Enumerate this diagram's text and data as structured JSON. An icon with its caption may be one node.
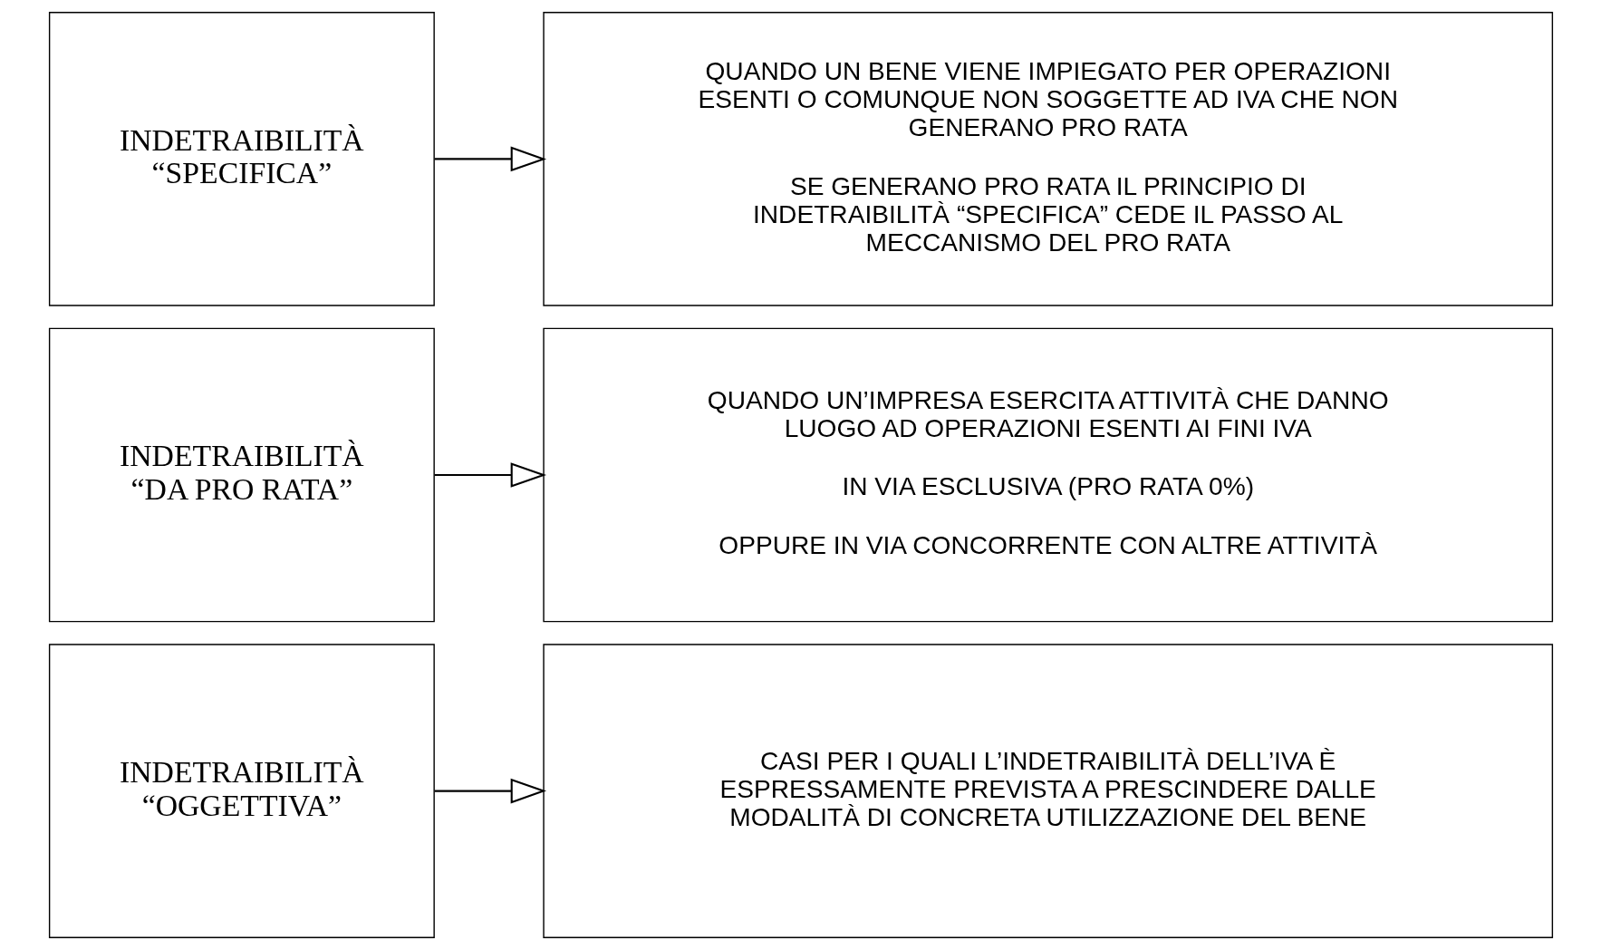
{
  "diagram": {
    "nodes": [
      {
        "text": [
          "INDETRAIBILITÀ “OGGETTIVA”"
        ]
      },
      {
        "text": [
          "CASI PER I QUALI L’INDETRAIBILITÀ DELL’IVA È ESPRESSAMENTE PREVISTA A PRESCINDERE DALLE MODALITÀ DI CONCRETA UTILIZZAZIONE DEL BENE"
        ]
      },
      {
        "text": [
          "INDETRAIBILITÀ “DA PRO RATA”"
        ]
      },
      {
        "text": [
          "QUANDO UN’IMPRESA ESERCITA ATTIVITÀ CHE DANNO LUOGO AD OPERAZIONI ESENTI AI FINI IVA",
          "IN VIA ESCLUSIVA (PRO RATA 0%)",
          "OPPURE IN VIA CONCORRENTE CON ALTRE ATTIVITÀ"
        ]
      },
      {
        "text": [
          "INDETRAIBILITÀ “SPECIFICA”"
        ]
      },
      {
        "text": [
          "QUANDO UN BENE VIENE IMPIEGATO PER OPERAZIONI ESENTI O COMUNQUE NON SOGGETTE AD IVA CHE NON GENERANO PRO RATA",
          "SE GENERANO PRO RATA IL PRINCIPIO DI INDETRAIBILITÀ “SPECIFICA” CEDE IL PASSO AL MECCANISMO DEL PRO RATA"
        ]
      }
    ],
    "edges": [
      {
        "from": 0,
        "to": 1,
        "arrow": "to"
      },
      {
        "from": 2,
        "to": 3,
        "arrow": "to"
      },
      {
        "from": 4,
        "to": 5,
        "arrow": "to"
      }
    ]
  }
}
